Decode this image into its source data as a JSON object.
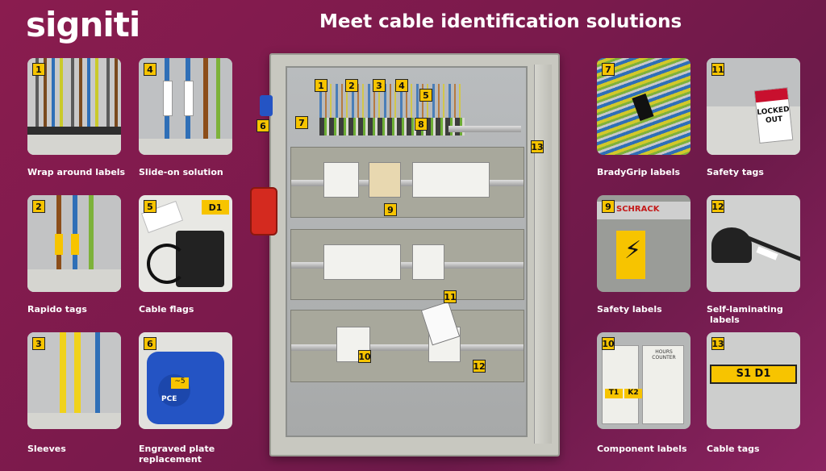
{
  "brand": {
    "logo_text": "signiti"
  },
  "headline": "Meet cable identification solutions",
  "left_tiles": [
    {
      "num": "1",
      "caption": "Wrap around labels"
    },
    {
      "num": "4",
      "caption": "Slide-on solution"
    },
    {
      "num": "2",
      "caption": "Rapido tags"
    },
    {
      "num": "5",
      "caption": "Cable flags",
      "flag_text": "D1"
    },
    {
      "num": "3",
      "caption": "Sleeves"
    },
    {
      "num": "6",
      "caption_line1": "Engraved plate",
      "caption_line2": "replacement",
      "plate_text": "PCE"
    }
  ],
  "right_tiles": [
    {
      "num": "7",
      "caption": "BradyGrip labels"
    },
    {
      "num": "11",
      "caption": "Safety tags",
      "tag_text_1": "LOCKED",
      "tag_text_2": "OUT"
    },
    {
      "num": "9",
      "caption": "Safety labels",
      "brand_text": "SCHRACK"
    },
    {
      "num": "12",
      "caption_line1": "Self-laminating",
      "caption_line2": "labels"
    },
    {
      "num": "10",
      "caption": "Component labels",
      "label_t1": "T1",
      "label_k2": "K2",
      "counter_text": "HOURS COUNTER"
    },
    {
      "num": "13",
      "caption": "Cable tags",
      "tag_text": "S1 D1"
    }
  ],
  "cabinet_badges": [
    "1",
    "2",
    "3",
    "4",
    "5",
    "6",
    "7",
    "8",
    "9",
    "10",
    "11",
    "12",
    "13"
  ],
  "colors": {
    "accent_yellow": "#f7c400",
    "background": "#7a1a4c",
    "cabinet_grey": "#c8c8c0"
  }
}
